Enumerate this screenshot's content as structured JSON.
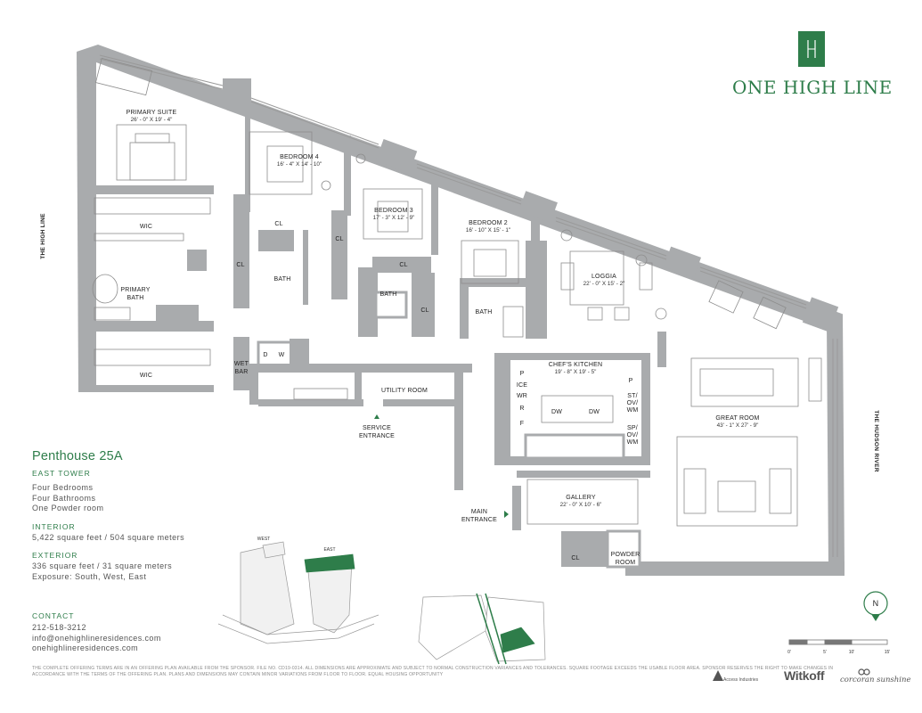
{
  "brand": {
    "logo_text": "ONE HIGH LINE",
    "colors": {
      "accent_green": "#2e7d4a",
      "wall_gray": "#a9abad",
      "text_gray": "#555555"
    }
  },
  "unit": {
    "title": "Penthouse 25A",
    "tower": "EAST TOWER",
    "features": [
      "Four Bedrooms",
      "Four Bathrooms",
      "One Powder room"
    ],
    "interior_label": "INTERIOR",
    "interior_area": "5,422 square feet / 504 square meters",
    "exterior_label": "EXTERIOR",
    "exterior_area": "336 square feet / 31 square meters",
    "exposure": "Exposure: South, West, East"
  },
  "contact": {
    "label": "CONTACT",
    "phone": "212-518-3212",
    "email": "info@onehighlineresidences.com",
    "website": "onehighlineresidences.com"
  },
  "rooms": {
    "primary_suite": {
      "name": "PRIMARY SUITE",
      "dims": "26' - 0\" X 19' - 4\""
    },
    "bedroom4": {
      "name": "BEDROOM 4",
      "dims": "16' - 4\" X 14' - 10\""
    },
    "bedroom3": {
      "name": "BEDROOM 3",
      "dims": "17' - 3\" X 12' - 9\""
    },
    "bedroom2": {
      "name": "BEDROOM 2",
      "dims": "16' - 10\" X 15' - 1\""
    },
    "loggia": {
      "name": "LOGGIA",
      "dims": "22' - 0\" X 15' - 2\""
    },
    "kitchen": {
      "name": "CHEF'S KITCHEN",
      "dims": "19' - 8\" X 19' - 5\""
    },
    "great_room": {
      "name": "GREAT ROOM",
      "dims": "43' - 1\" X 27' - 9\""
    },
    "gallery": {
      "name": "GALLERY",
      "dims": "22' - 0\" X 10' - 6\""
    },
    "primary_bath": {
      "name_1": "PRIMARY",
      "name_2": "BATH"
    },
    "powder": {
      "name_1": "POWDER",
      "name_2": "ROOM"
    },
    "utility": "UTILITY ROOM",
    "wic": "WIC",
    "cl": "CL",
    "bath": "BATH",
    "wet_bar_1": "WET",
    "wet_bar_2": "BAR",
    "d": "D",
    "w": "W",
    "service_entrance_1": "SERVICE",
    "service_entrance_2": "ENTRANCE",
    "main_entrance_1": "MAIN",
    "main_entrance_2": "ENTRANCE",
    "kitchen_p": "P",
    "kitchen_ice": "ICE",
    "kitchen_wr": "WR",
    "kitchen_r": "R",
    "kitchen_f": "F",
    "kitchen_dw": "DW",
    "kitchen_st": "ST/",
    "kitchen_ov": "OV/",
    "kitchen_wm": "WM",
    "kitchen_sp": "SP/",
    "kitchen_p2": "P"
  },
  "orientation": {
    "west_street": "THE HIGH LINE",
    "east_street": "THE HUDSON RIVER",
    "compass": "N"
  },
  "key_plan": {
    "west": "WEST",
    "east": "EAST"
  },
  "scale_labels": [
    "0'",
    "5'",
    "10'",
    "15'"
  ],
  "disclaimer": "THE COMPLETE OFFERING TERMS ARE IN AN OFFERING PLAN AVAILABLE FROM THE SPONSOR. FILE NO. CD19-0314. ALL DIMENSIONS ARE APPROXIMATE AND SUBJECT TO NORMAL CONSTRUCTION VARIANCES AND TOLERANCES. SQUARE FOOTAGE EXCEEDS THE USABLE FLOOR AREA. SPONSOR RESERVES THE RIGHT TO MAKE CHANGES IN ACCORDANCE WITH THE TERMS OF THE OFFERING PLAN. PLANS AND DIMENSIONS MAY CONTAIN MINOR VARIATIONS FROM FLOOR TO FLOOR. EQUAL HOUSING OPPORTUNITY",
  "partners": {
    "access": "Access Industries",
    "witkoff": "Witkoff",
    "corcoran": "corcoran sunshine"
  }
}
